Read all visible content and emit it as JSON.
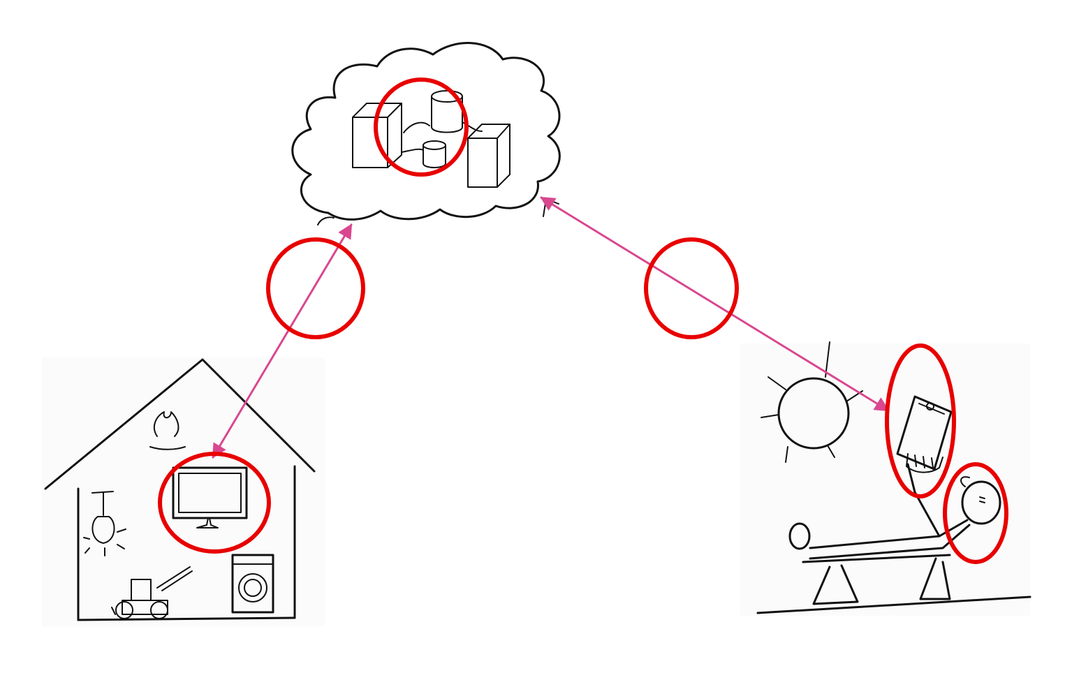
{
  "colors": {
    "ink": "#111111",
    "link": "#d9478f",
    "highlight": "#e80000"
  },
  "nodes": [
    {
      "id": "cloud",
      "icon": "cloud-servers-icon"
    },
    {
      "id": "home",
      "icon": "house-icon"
    },
    {
      "id": "person",
      "icon": "person-with-phone-icon"
    }
  ],
  "connections": [
    {
      "from": "home",
      "to": "cloud",
      "arrows": "both"
    },
    {
      "from": "person",
      "to": "cloud",
      "arrows": "both"
    }
  ],
  "highlights": [
    "cloud-storage",
    "home-cloud-link",
    "person-cloud-link",
    "home-tv",
    "smartphone",
    "person-head"
  ]
}
